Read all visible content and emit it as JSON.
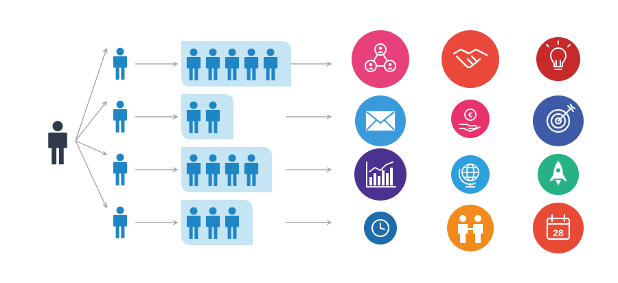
{
  "diagram": {
    "colors": {
      "root_person": "#2f3a4c",
      "person": "#1f86c6",
      "group_box": "#c5e4f4",
      "line": "#9a9a9a"
    },
    "rows": [
      {
        "group_size": 5
      },
      {
        "group_size": 2
      },
      {
        "group_size": 4
      },
      {
        "group_size": 3
      }
    ],
    "icons": [
      {
        "name": "network-icon",
        "color": "#e8407a"
      },
      {
        "name": "handshake-icon",
        "color": "#e9483a"
      },
      {
        "name": "lightbulb-icon",
        "color": "#c62a2a"
      },
      {
        "name": "mail-icon",
        "color": "#3a9bdc"
      },
      {
        "name": "euro-hand-icon",
        "color": "#e8336c"
      },
      {
        "name": "target-icon",
        "color": "#3e5ba8"
      },
      {
        "name": "growth-chart-icon",
        "color": "#4c3290"
      },
      {
        "name": "globe-icon",
        "color": "#2e9fdd"
      },
      {
        "name": "rocket-icon",
        "color": "#27b285"
      },
      {
        "name": "clock-icon",
        "color": "#1e6cae"
      },
      {
        "name": "meeting-icon",
        "color": "#f28b1c"
      },
      {
        "name": "calendar-icon",
        "color": "#e84a35",
        "text": "28"
      }
    ]
  }
}
